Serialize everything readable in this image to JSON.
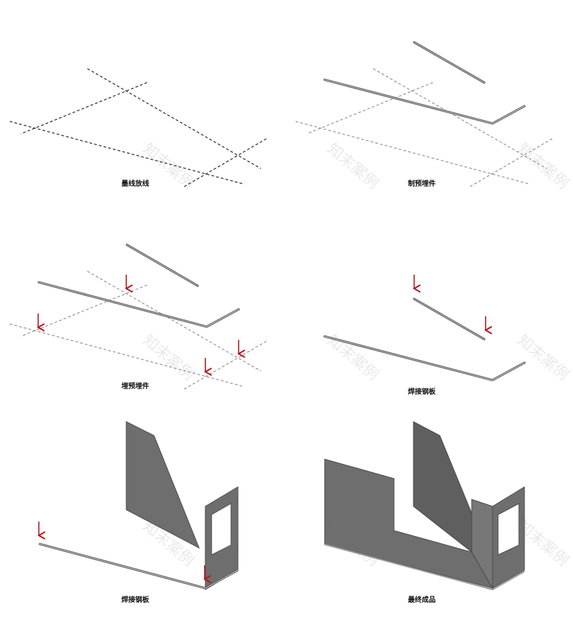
{
  "steps": [
    {
      "caption": "墨线放线"
    },
    {
      "caption": "制预埋件"
    },
    {
      "caption": "埋预埋件"
    },
    {
      "caption": "焊接钢板"
    },
    {
      "caption": "焊接钢板"
    },
    {
      "caption": "最终成品"
    }
  ],
  "watermark": "知末案例",
  "colors": {
    "dashed_line": "#333333",
    "dashed_line_faint": "#8a8a8a",
    "steel_bar": "#555555",
    "steel_panel": "#6e6e6e",
    "arrow": "#b3161e"
  }
}
